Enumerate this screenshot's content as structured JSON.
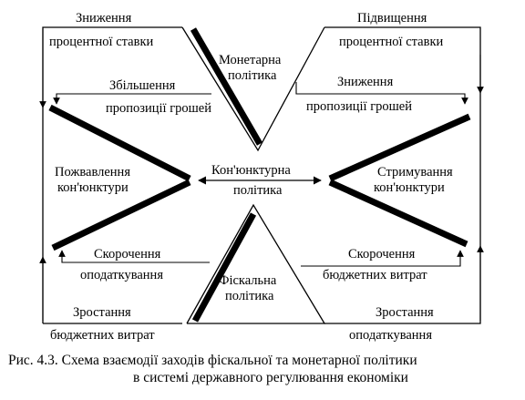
{
  "labels": {
    "monetary_policy_line1": "Монетарна",
    "monetary_policy_line2": "політика",
    "fiscal_policy_line1": "Фіскальна",
    "fiscal_policy_line2": "політика",
    "conjuncture_policy_line1": "Кон'юнктурна",
    "conjuncture_policy_line2": "політика",
    "revival_line1": "Пожвавлення",
    "revival_line2": "кон'юнктури",
    "restraint_line1": "Стримування",
    "restraint_line2": "кон'юнктури",
    "rate_decrease_line1": "Зниження",
    "rate_decrease_line2": "процентної ставки",
    "rate_increase_line1": "Підвищення",
    "rate_increase_line2": "процентної ставки",
    "money_supply_increase_line1": "Збільшення",
    "money_supply_increase_line2": "пропозиції грошей",
    "money_supply_decrease_line1": "Зниження",
    "money_supply_decrease_line2": "пропозиції грошей",
    "tax_reduction_line1": "Скорочення",
    "tax_reduction_line2": "оподаткування",
    "budget_cut_line1": "Скорочення",
    "budget_cut_line2": "бюджетних витрат",
    "budget_growth_line1": "Зростання",
    "budget_growth_line2": "бюджетних витрат",
    "tax_growth_line1": "Зростання",
    "tax_growth_line2": "оподаткування"
  },
  "caption": {
    "line1": "Рис. 4.3. Схема взаємодії заходів фіскальної та монетарної політики",
    "line2": "в системі державного регулювання економіки"
  },
  "colors": {
    "ink": "#000000",
    "background": "#ffffff"
  }
}
